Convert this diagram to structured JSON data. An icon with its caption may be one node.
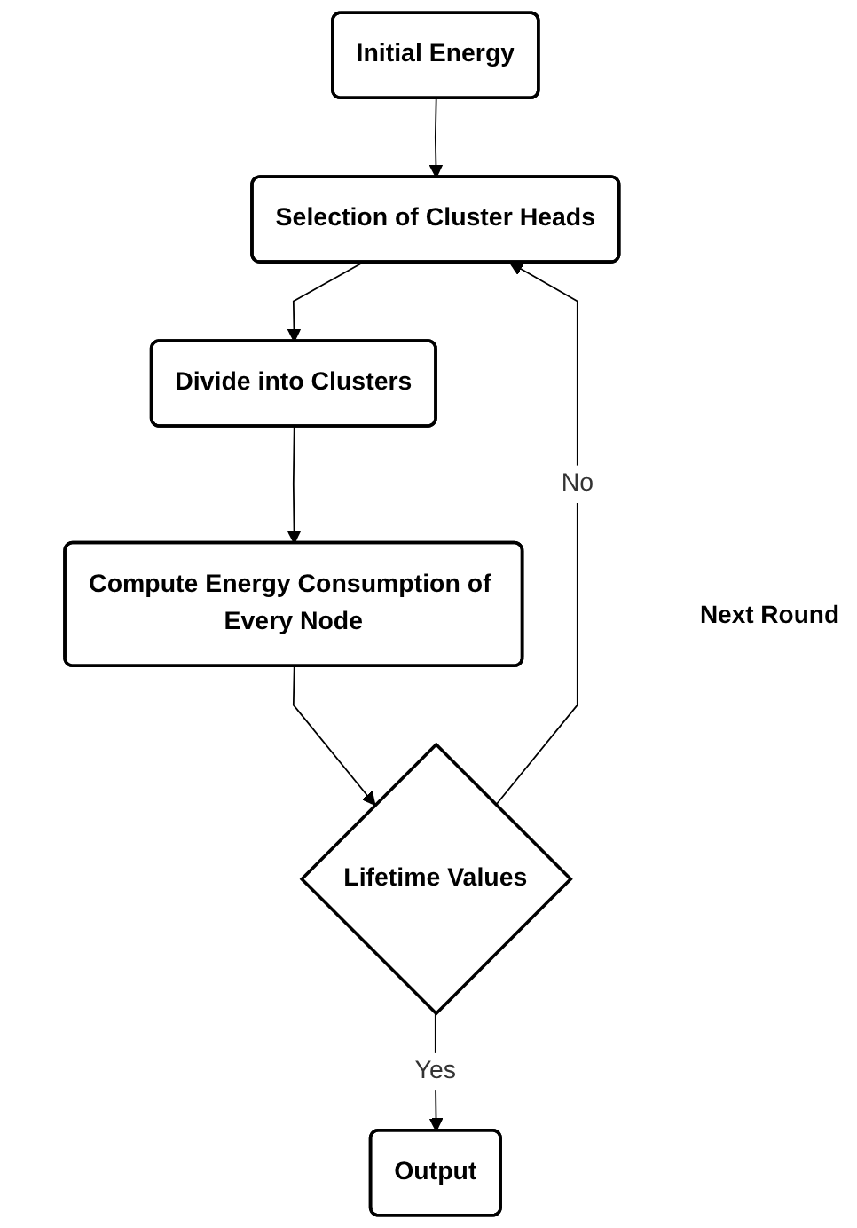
{
  "diagram": {
    "nodes": [
      {
        "text": [
          "Initial Energy"
        ]
      },
      {
        "text": [
          "Selection of Cluster Heads"
        ]
      },
      {
        "text": [
          "Divide into Clusters"
        ]
      },
      {
        "text": [
          "Compute Energy Consumption of Every Node"
        ]
      },
      {
        "text": [
          "Lifetime Values"
        ]
      },
      {
        "text": [
          "Output"
        ]
      }
    ],
    "edges": [
      {
        "from": 0,
        "to": 1,
        "arrow": "to"
      },
      {
        "from": 1,
        "to": 2,
        "arrow": "to"
      },
      {
        "from": 2,
        "to": 3,
        "arrow": "to"
      },
      {
        "from": 3,
        "to": 4,
        "arrow": "to"
      },
      {
        "from": 4,
        "to": 5,
        "label": "Yes",
        "arrow": "to"
      },
      {
        "from": 4,
        "to": 1,
        "label": "No",
        "arrow": "to"
      }
    ],
    "labels": [
      "Next Round"
    ]
  }
}
